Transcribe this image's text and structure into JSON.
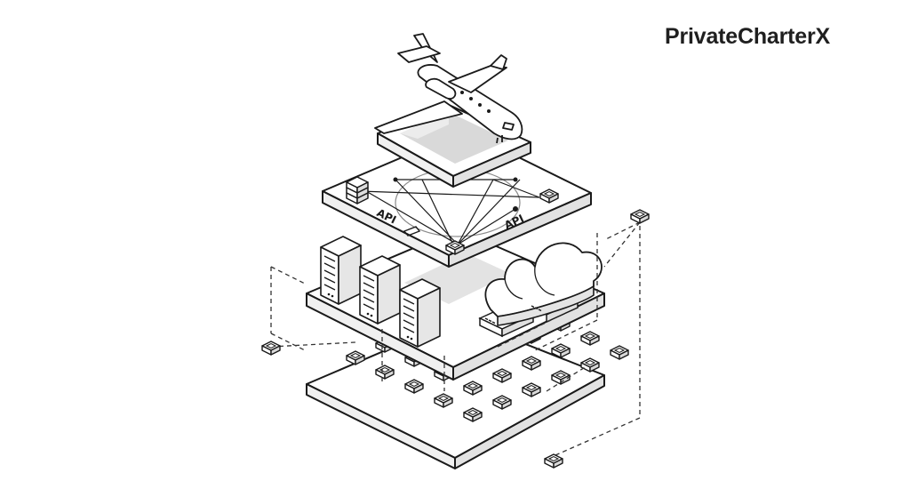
{
  "brand": {
    "name": "PrivateCharterX"
  },
  "diagram": {
    "layers": [
      "aircraft",
      "api-gateway",
      "compute-cloud",
      "node-grid"
    ],
    "api_labels": [
      "API",
      "API"
    ],
    "colors": {
      "stroke": "#1a1a1a",
      "fill": "#ffffff",
      "side": "#ececec",
      "shade": "#d7d7d7",
      "dash": "#333333"
    }
  }
}
